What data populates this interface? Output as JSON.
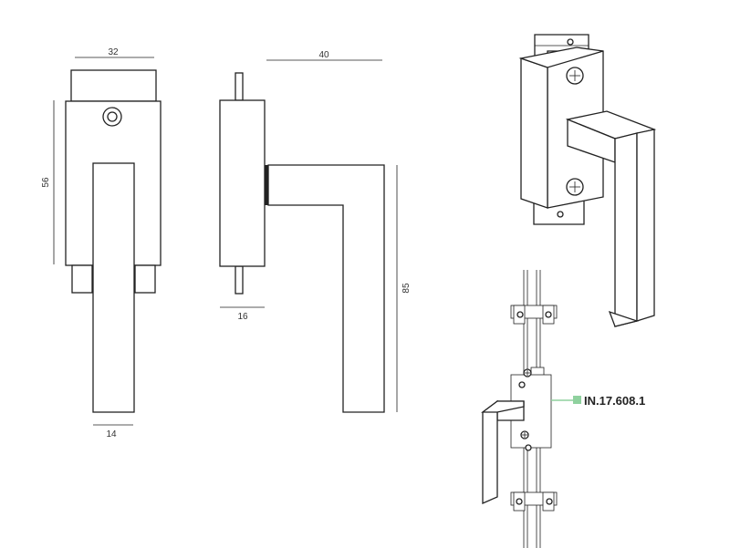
{
  "dimensions": {
    "front_width": "32",
    "front_height": "56",
    "front_handle_width": "14",
    "side_projection": "40",
    "side_spindle": "16",
    "side_height": "85"
  },
  "callout": {
    "code": "IN.17.608.1",
    "color": "#8fd19e"
  },
  "icons": [
    "screw-head-icon",
    "spindle-hole-icon"
  ]
}
